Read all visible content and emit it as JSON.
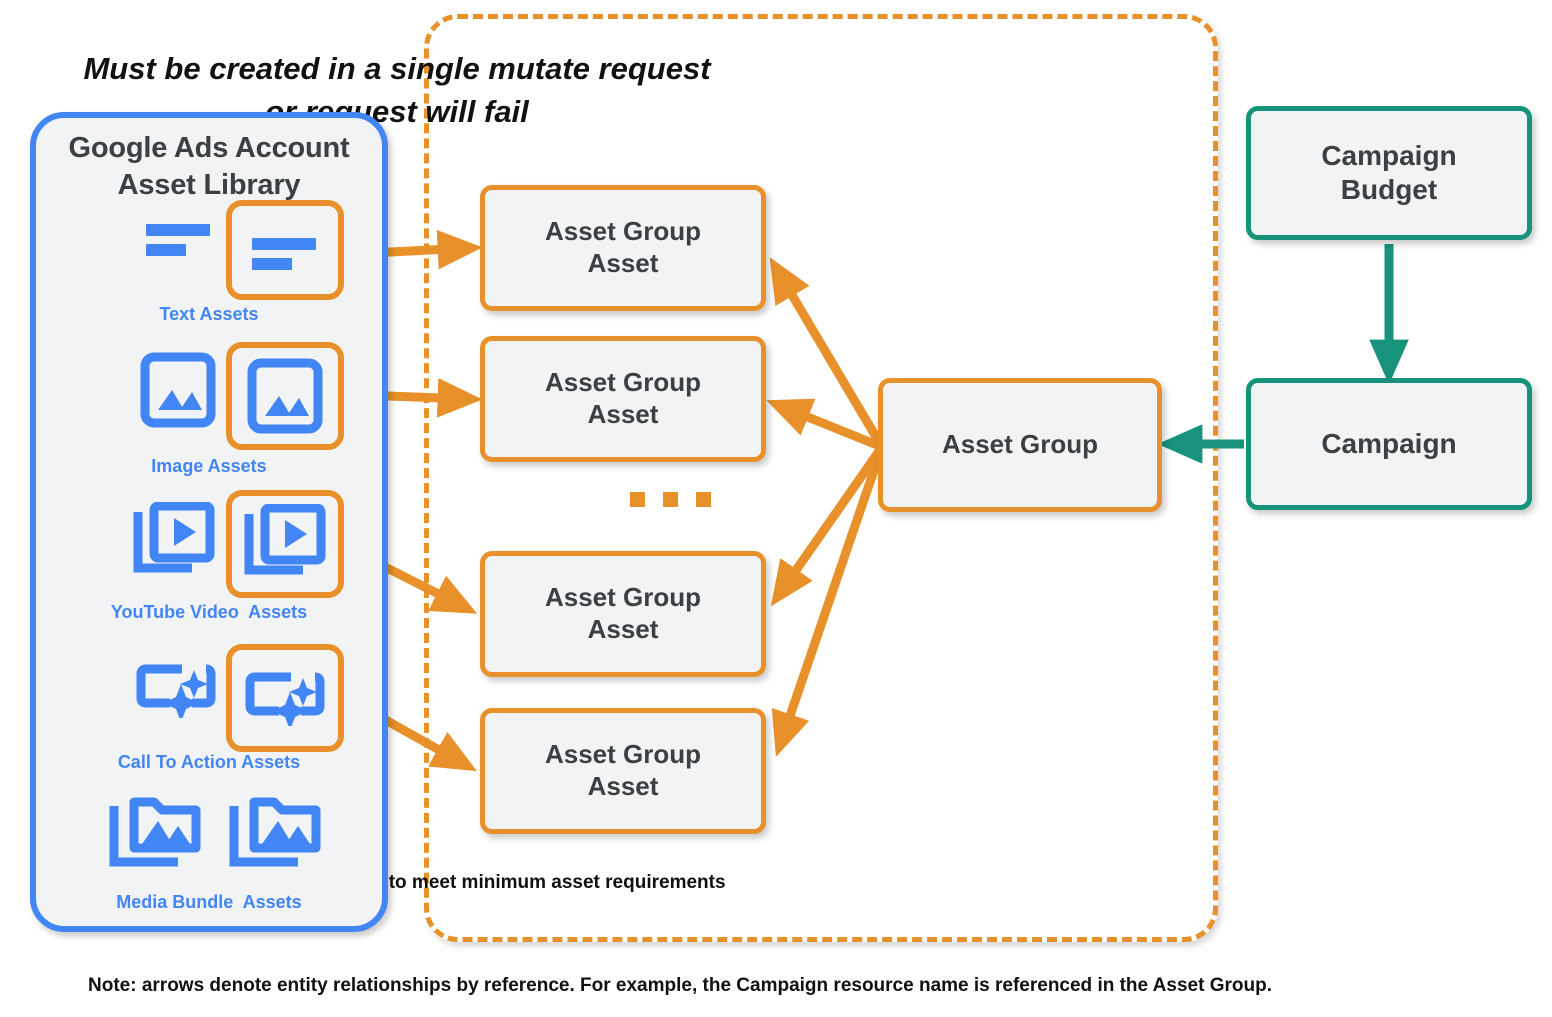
{
  "colors": {
    "blue": "#4285f4",
    "orange": "#e8912a",
    "teal": "#17937b",
    "node_fill": "#f1f3f4",
    "node_text": "#3c4043",
    "ink": "#111111"
  },
  "library": {
    "title_line1": "Google Ads Account",
    "title_line2": "Asset Library",
    "rows": [
      {
        "label": "Text Assets",
        "icon": "text-asset-icon",
        "highlighted": true
      },
      {
        "label": "Image Assets",
        "icon": "image-asset-icon",
        "highlighted": true
      },
      {
        "label": "YouTube Video  Assets",
        "icon": "video-asset-icon",
        "highlighted": true
      },
      {
        "label": "Call To Action Assets",
        "icon": "call-to-action-icon",
        "highlighted": true
      },
      {
        "label": "Media Bundle  Assets",
        "icon": "media-bundle-asset-icon",
        "highlighted": false
      }
    ]
  },
  "mutate": {
    "title_line1": "Must be created in a single mutate request",
    "title_line2": "or request will fail",
    "footnote": "Asset Group Assets must combine to meet minimum asset requirements",
    "asset_group_assets": [
      {
        "line1": "Asset Group",
        "line2": "Asset"
      },
      {
        "line1": "Asset Group",
        "line2": "Asset"
      },
      {
        "line1": "Asset Group",
        "line2": "Asset"
      },
      {
        "line1": "Asset Group",
        "line2": "Asset"
      }
    ],
    "ellipsis": "..."
  },
  "nodes": {
    "asset_group": "Asset Group",
    "campaign_budget_line1": "Campaign",
    "campaign_budget_line2": "Budget",
    "campaign": "Campaign"
  },
  "page_note": "Note: arrows denote entity relationships by reference. For example, the Campaign resource name is referenced in the Asset Group."
}
